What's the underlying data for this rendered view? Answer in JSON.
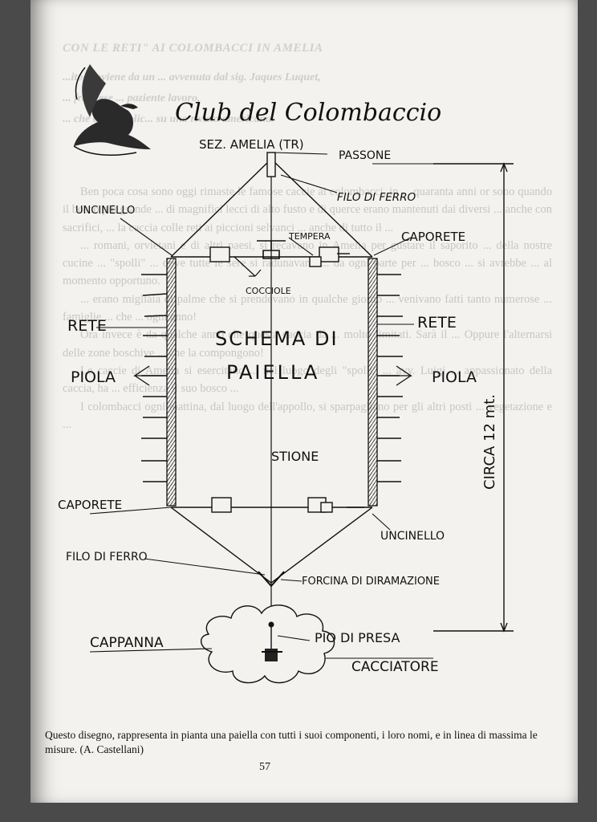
{
  "header_faint": "CON LE RETI\" AI COLOMBACCI IN AMELIA",
  "intro_faint": [
    "...ito proviene da un ... avvenuta dal sig. Jaques Luquet,",
    "... francese ... paziente lavoro,",
    "... che qui pubblic... su una rivista americana."
  ],
  "body_faint": [
    "Ben poca cosa sono oggi rimaste le famose caccie ai colombacci, in ... quaranta anni or sono quando il bosco più grande ... di magnifici lecci di alto fusto e di querce erano mantenuti dai diversi ... anche con sacrifici, ... la caccia colle reti ai piccioni selvanci ... anche di tutto il ...",
    "... romani, orvietani e di altri paesi, si recavano in Amelia per gustare il saporito ... della nostre cucine ... \"spolli\" ... dove tutte le sere si radunavano ... da ogni parte per ... bosco ... si avrebbe ... al momento opportuno.",
    "... erano migliaia di palme che si prendevano in qualche giorno ... venivano fatti tanto numerose ... famiglie ... che ... ogni anno!",
    "Ora invece è da qualche anno che questa caccia dà ... molto limitati. Sarà il ... Oppure l'alternarsi delle zone boschive ... che la compongono!",
    "Le caccie di Amelia si esercitano ... nel luogo degli \"spolli\" ... avv. Luigi ... appassionato della caccia, ha ... efficienza il suo bosco ...",
    "I colombacci ogni mattina, dal luogo dell'appollo, si sparpagliano per gli altri posti ... vegetazione e ..."
  ],
  "diagram": {
    "club_title": "Club del Colombaccio",
    "section": "SEZ. AMELIA (TR)",
    "labels": {
      "passone": "PASSONE",
      "filo_di_ferro_top": "FILO DI FERRO",
      "uncinello_top": "UNCINELLO",
      "tempera": "TEMPERA",
      "caporete_top": "CAPORETE",
      "cocciole": "COCCIOLE",
      "rete_left": "RETE",
      "rete_right": "RETE",
      "schema_line1": "SCHEMA DI",
      "schema_line2": "PAIELLA",
      "piola_left": "PIOLA",
      "piola_right": "PIOLA",
      "stione": "STIONE",
      "circa": "CIRCA 12 mt.",
      "caporete_bottom": "CAPORETE",
      "uncinello_bottom": "UNCINELLO",
      "filo_di_ferro_bottom": "FILO DI FERRO",
      "forcina": "FORCINA DI DIRAMAZIONE",
      "cappanna": "CAPPANNA",
      "pio_di_presa": "PIO DI PRESA",
      "cacciatore": "CACCIATORE"
    }
  },
  "caption": "Questo disegno,  rappresenta in pianta una paiella con tutti i suoi componenti, i loro nomi, e in linea di massima le misure. (A. Castellani)",
  "page_number": "57"
}
